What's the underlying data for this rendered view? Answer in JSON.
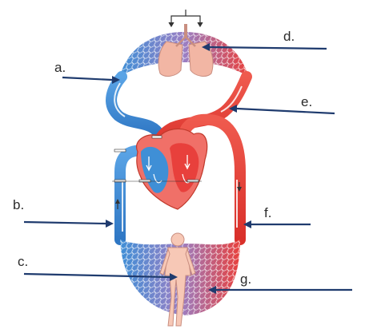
{
  "labels": {
    "a": "a.",
    "b": "b.",
    "c": "c.",
    "d": "d.",
    "e": "e.",
    "f": "f.",
    "g": "g."
  },
  "colors": {
    "oxygenated": "#e8403c",
    "deoxygenated": "#3f8fd6",
    "capillary_mix": "#9a7fc4",
    "pointer": "#1f3b6e",
    "organ": "#f2b6a4"
  }
}
